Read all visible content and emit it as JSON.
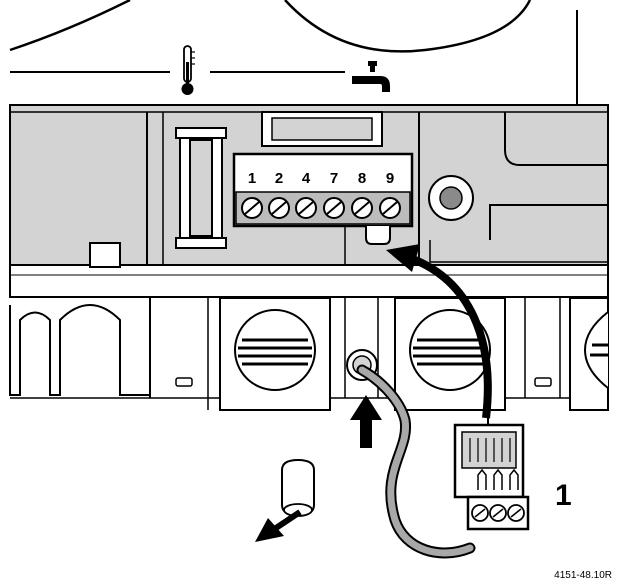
{
  "terminal_labels": [
    "1",
    "2",
    "4",
    "7",
    "8",
    "9"
  ],
  "callout_number": "1",
  "doc_reference": "4151-48.10R",
  "icons": [
    "thermometer-icon",
    "tap-icon",
    "arrow-up-icon",
    "curved-arrow-icon",
    "arrow-down-left-icon"
  ],
  "colors": {
    "line": "#000000",
    "panel_fill": "#d3d3d3",
    "panel_dark": "#bcbcbc",
    "cable": "#a8a8a8",
    "background": "#ffffff"
  }
}
